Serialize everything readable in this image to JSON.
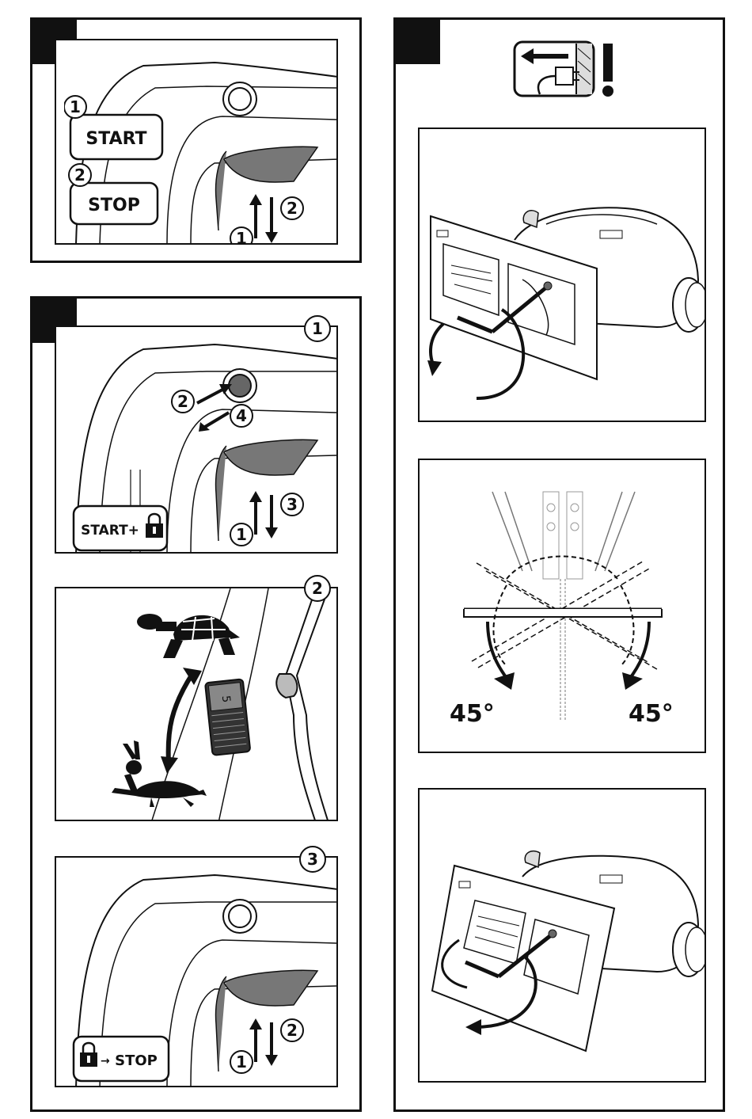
{
  "panel_a": {
    "btn_start": "START",
    "btn_stop": "STOP",
    "markers": [
      "1",
      "2",
      "2",
      "1"
    ]
  },
  "panel_b": {
    "step1": "1",
    "step2": "2",
    "step3": "3",
    "start_lock": "START+",
    "stop_lock": "STOP",
    "markers_top": [
      "2",
      "4",
      "3",
      "1"
    ],
    "markers_bottom": [
      "2",
      "1"
    ],
    "speed_digit": "5"
  },
  "panel_c": {
    "angle_left": "45°",
    "angle_right": "45°"
  }
}
